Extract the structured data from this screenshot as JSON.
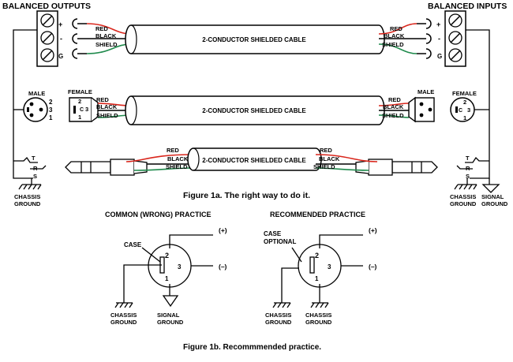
{
  "headers": {
    "balanced_outputs": "BALANCED OUTPUTS",
    "balanced_inputs": "BALANCED INPUTS"
  },
  "terminal_signs": {
    "plus": "+",
    "minus": "-",
    "ground": "G"
  },
  "cable_label": "2-CONDUCTOR SHIELDED CABLE",
  "wire_labels": {
    "red": "RED",
    "black": "BLACK",
    "shield": "SHIELD"
  },
  "connector_labels": {
    "male": "MALE",
    "female": "FEMALE"
  },
  "pin_numbers": {
    "one": "1",
    "two": "2",
    "three": "3"
  },
  "trs_labels": {
    "tip": "T",
    "ring": "R",
    "sleeve": "S"
  },
  "grounds": {
    "chassis_line1": "CHASSIS",
    "chassis_line2": "GROUND",
    "signal_line1": "SIGNAL",
    "signal_line2": "GROUND"
  },
  "figure_1a_caption": "Figure 1a. The right way to do it.",
  "figure_1b_caption": "Figure 1b. Recommmended practice.",
  "practice": {
    "wrong_title": "COMMON (WRONG) PRACTICE",
    "recommended_title": "RECOMMENDED PRACTICE",
    "case": "CASE",
    "case_optional_line1": "CASE",
    "case_optional_line2": "OPTIONAL",
    "c_letter": "C",
    "plus": "(+)",
    "minus": "(–)"
  },
  "colors": {
    "red_wire": "#d9261c",
    "black_wire": "#000000",
    "shield_wire": "#1f8a4c",
    "cable_body": "#ffffff"
  }
}
